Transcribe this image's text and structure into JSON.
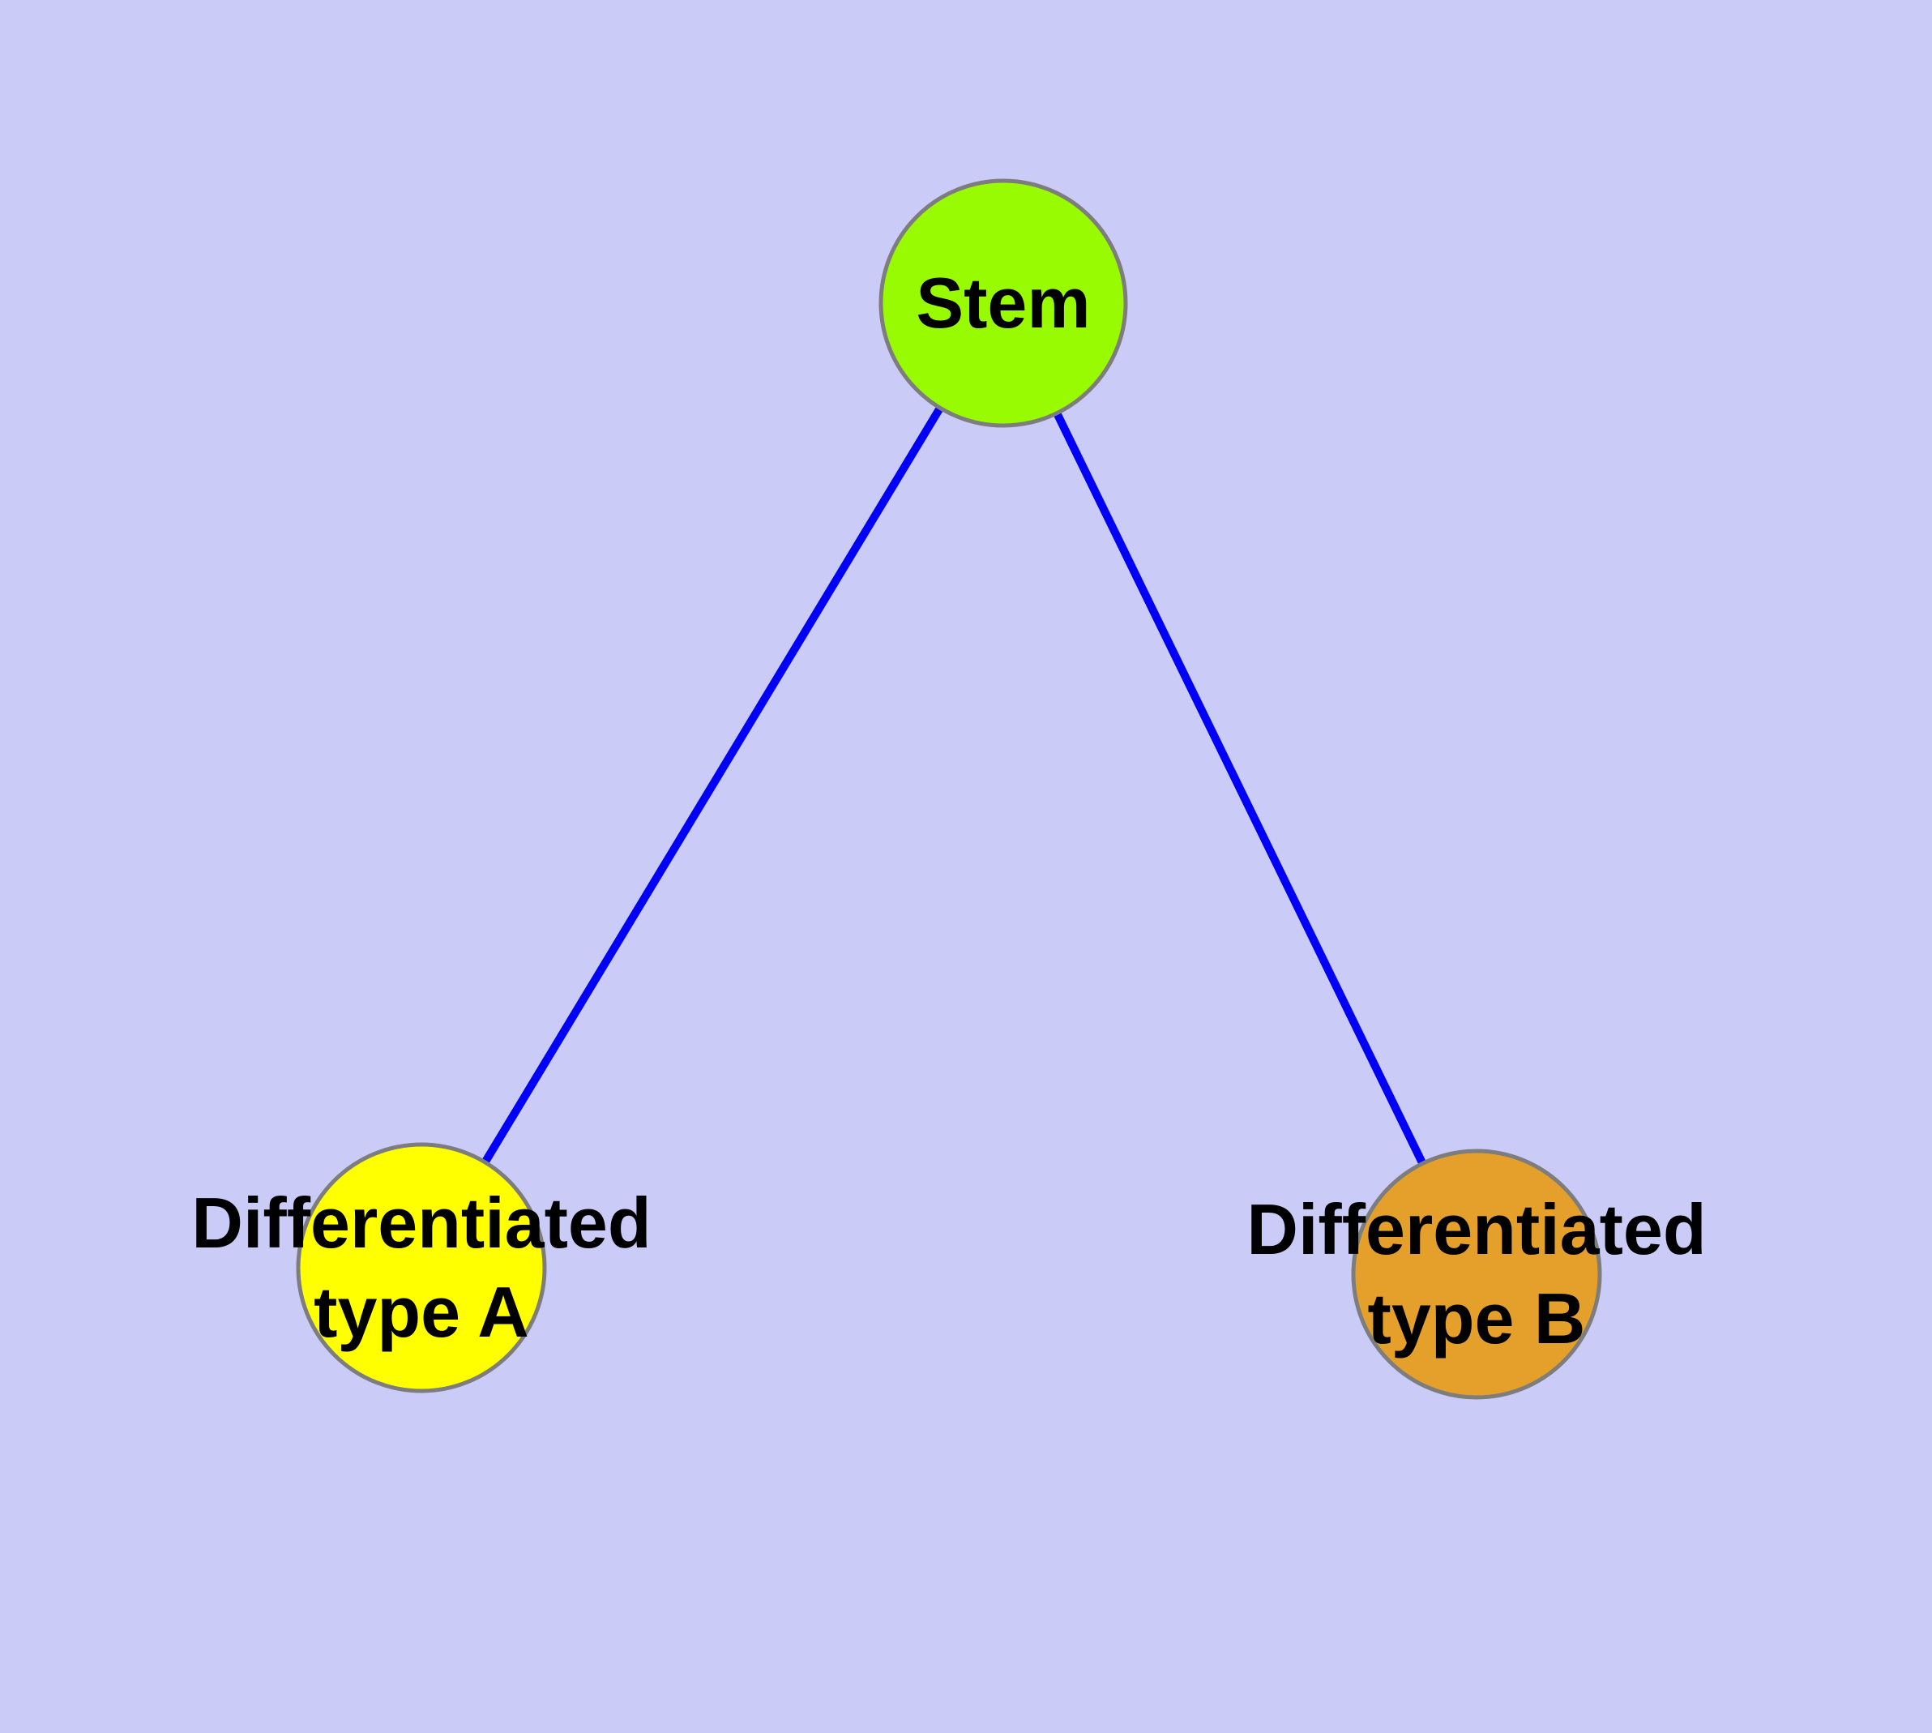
{
  "diagram": {
    "background_color": "#cbcbf7",
    "node_border_color": "#7d7d7d",
    "text_color": "#000000",
    "edge_color": "#0000f8",
    "nodes": {
      "stem": {
        "label": "Stem",
        "color": "#99fb01"
      },
      "type_a": {
        "label_lines": [
          "Differentiated",
          "type A"
        ],
        "color": "#ffff00"
      },
      "type_b": {
        "label_lines": [
          "Differentiated",
          "type B"
        ],
        "color": "#e4a02a"
      }
    },
    "edges": [
      {
        "from": "stem",
        "to": "type_a",
        "color": "#0000f8"
      },
      {
        "from": "stem",
        "to": "type_b",
        "color": "#0000f8"
      }
    ]
  }
}
